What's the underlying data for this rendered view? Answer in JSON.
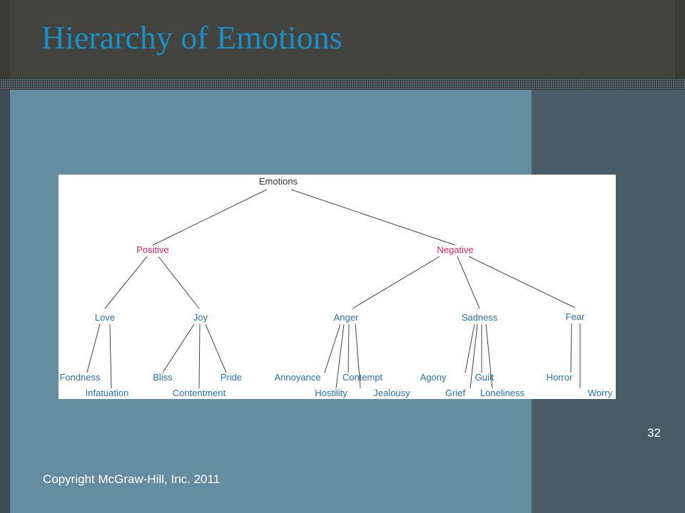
{
  "slide": {
    "title": "Hierarchy of Emotions",
    "slide_number": "32",
    "copyright": "Copyright McGraw-Hill, Inc. 2011"
  },
  "colors": {
    "title": "#1c8ec4",
    "node_primary": "#2a6fb5",
    "node_accent": "#e0245e",
    "node_root": "#333333"
  },
  "diagram": {
    "root": "Emotions",
    "branches": [
      {
        "label": "Positive",
        "children": [
          {
            "label": "Love",
            "children": [
              "Fondness",
              "Infatuation"
            ]
          },
          {
            "label": "Joy",
            "children": [
              "Bliss",
              "Contentment",
              "Pride"
            ]
          }
        ]
      },
      {
        "label": "Negative",
        "children": [
          {
            "label": "Anger",
            "children": [
              "Annoyance",
              "Hostility",
              "Contempt",
              "Jealousy"
            ]
          },
          {
            "label": "Sadness",
            "children": [
              "Agony",
              "Grief",
              "Guilt",
              "Loneliness"
            ]
          },
          {
            "label": "Fear",
            "children": [
              "Horror",
              "Worry"
            ]
          }
        ]
      }
    ]
  }
}
